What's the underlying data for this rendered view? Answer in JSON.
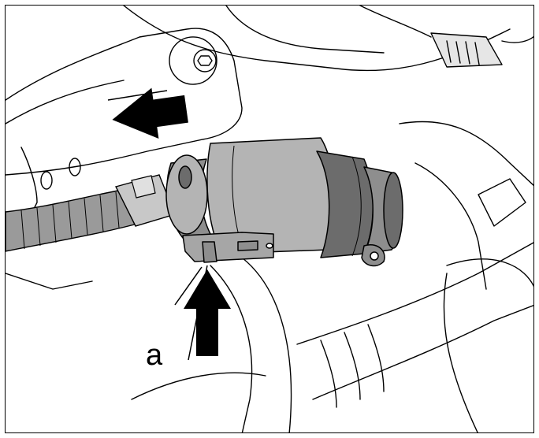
{
  "labels": {
    "callout_a": "a"
  },
  "colors": {
    "line": "#000000",
    "connector_light": "#b4b4b4",
    "connector_mid": "#8e8e8e",
    "connector_dark": "#6c6c6c",
    "harness": "#9a9a9a",
    "arrow": "#000000"
  },
  "arrows": [
    {
      "name": "push-arrow",
      "direction": "left"
    },
    {
      "name": "release-arrow",
      "direction": "up"
    }
  ]
}
